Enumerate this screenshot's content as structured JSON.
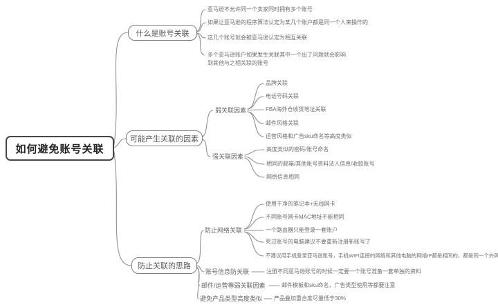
{
  "mindmap": {
    "root": "如何避免账号关联",
    "branches": [
      {
        "label": "什么是账号关联",
        "children": [
          {
            "label": "亚马逊不允许同一个卖家同时拥有多个账号"
          },
          {
            "label": "如果让亚马逊的程序算法认定为某几个账户都是同一个人来操作的"
          },
          {
            "label": "这几个账号就会被亚马逊认定为相互关联"
          },
          {
            "label": "多个亚马逊账户如果发生关联其中一个出了问题就会影响到其他与之相关联的账号"
          }
        ]
      },
      {
        "label": "可能产生关联的因素",
        "children": [
          {
            "label": "弱关联因素",
            "children": [
              {
                "label": "品牌关联"
              },
              {
                "label": "电话号码关联"
              },
              {
                "label": "FBA海外仓收货地址关联"
              },
              {
                "label": "邮件风格关联"
              },
              {
                "label": "运营风格和广告sku命名等高度类似"
              }
            ]
          },
          {
            "label": "强关联因素",
            "children": [
              {
                "label": "高度类似的密码/账号命名"
              },
              {
                "label": "相同的邮箱/其他账号资料法人信息/收款账号"
              },
              {
                "label": "网络信息相同"
              }
            ]
          }
        ]
      },
      {
        "label": "防止关联的思路",
        "children": [
          {
            "label": "防止网络关联",
            "children": [
              {
                "label": "使用干净的笔记本+无线网卡"
              },
              {
                "label": "不同账号网卡MAC地址不能相同"
              },
              {
                "label": "一个路由器只能登录一套账户"
              },
              {
                "label": "死过账号的电脑建议不要重新注册新账号了"
              },
              {
                "label": "不建议用手机登录亚马逊账号，手机WIFI连接的网络和其他电脑的网络IP都是相同的，都是同一个外网"
              }
            ]
          },
          {
            "label": "账号信息防关联",
            "children": [
              {
                "label": "注册不同亚马逊账号的时候一定要一个账号准备一套单独的资料"
              }
            ]
          },
          {
            "label": "邮件/运营等弱关联因素",
            "children": [
              {
                "label": "邮件模板和sku命名，广告类型使用等都要注意"
              }
            ]
          },
          {
            "label": "避免产品类型高度类似",
            "children": [
              {
                "label": "产品叠加重合度尽量低于30%"
              }
            ]
          }
        ]
      }
    ],
    "colors": {
      "line": "#909090",
      "branch_border": "#7d7d7d",
      "root_border": "#474747",
      "leaf_text": "#6e6e6e"
    }
  }
}
